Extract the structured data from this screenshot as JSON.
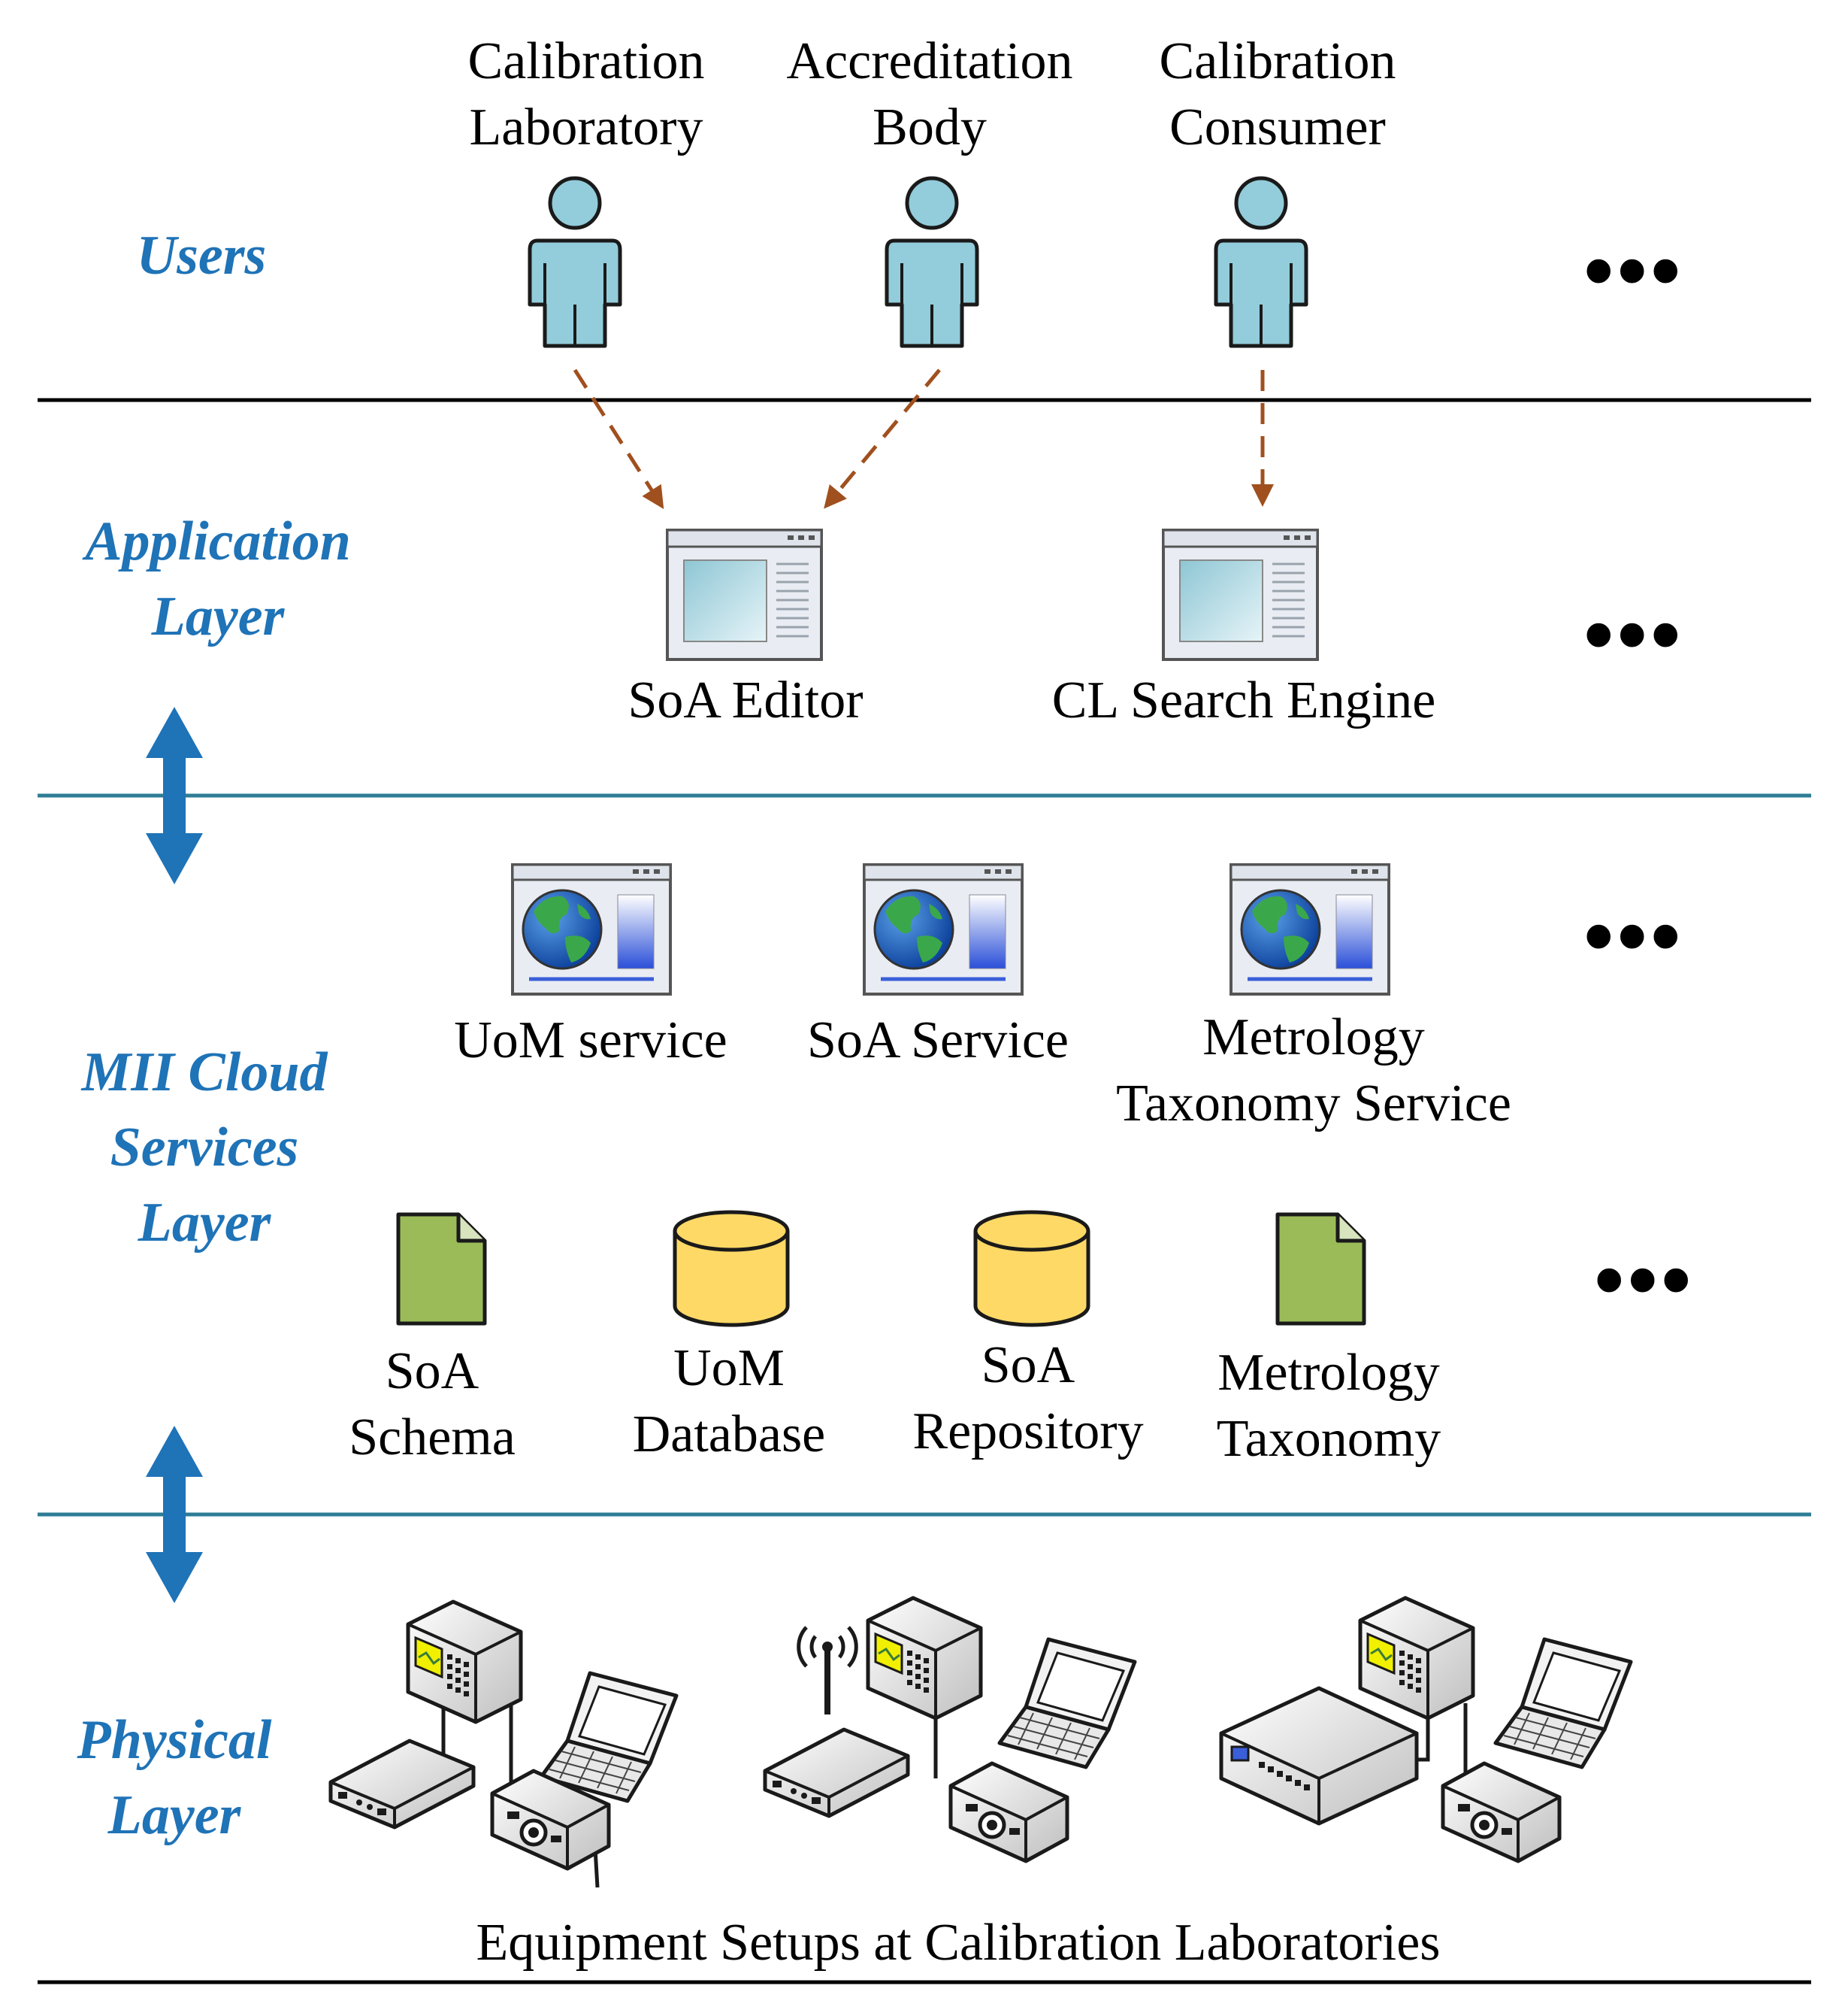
{
  "colors": {
    "layer_label": "#1f73b7",
    "separator_top": "#000000",
    "separator_layer": "#2e7d96",
    "dashed_arrow": "#a0501e",
    "double_arrow": "#1f73b7",
    "user_fill": "#93ccda",
    "document_fill": "#9bbb59",
    "database_fill": "#ffd966"
  },
  "layers": {
    "users": [
      "Users"
    ],
    "application": [
      "Application",
      "Layer"
    ],
    "cloud": [
      "MII Cloud",
      "Services",
      "Layer"
    ],
    "physical": [
      "Physical",
      "Layer"
    ]
  },
  "users": [
    {
      "lines": [
        "Calibration",
        "Laboratory"
      ],
      "icon": "user-icon"
    },
    {
      "lines": [
        "Accreditation",
        "Body"
      ],
      "icon": "user-icon"
    },
    {
      "lines": [
        "Calibration",
        "Consumer"
      ],
      "icon": "user-icon"
    }
  ],
  "applications": [
    {
      "label": "SoA Editor",
      "icon": "application-window-icon"
    },
    {
      "label": "CL Search Engine",
      "icon": "application-window-icon"
    }
  ],
  "services": [
    {
      "lines": [
        "UoM service"
      ],
      "icon": "web-service-globe-icon"
    },
    {
      "lines": [
        "SoA Service"
      ],
      "icon": "web-service-globe-icon"
    },
    {
      "lines": [
        "Metrology",
        "Taxonomy Service"
      ],
      "icon": "web-service-globe-icon"
    }
  ],
  "resources": [
    {
      "lines": [
        "SoA",
        "Schema"
      ],
      "icon": "document-icon"
    },
    {
      "lines": [
        "UoM",
        "Database"
      ],
      "icon": "database-icon"
    },
    {
      "lines": [
        "SoA",
        "Repository"
      ],
      "icon": "database-icon"
    },
    {
      "lines": [
        "Metrology",
        "Taxonomy"
      ],
      "icon": "document-icon"
    }
  ],
  "physical_caption": "Equipment Setups at Calibration Laboratories",
  "ellipsis": "•••"
}
